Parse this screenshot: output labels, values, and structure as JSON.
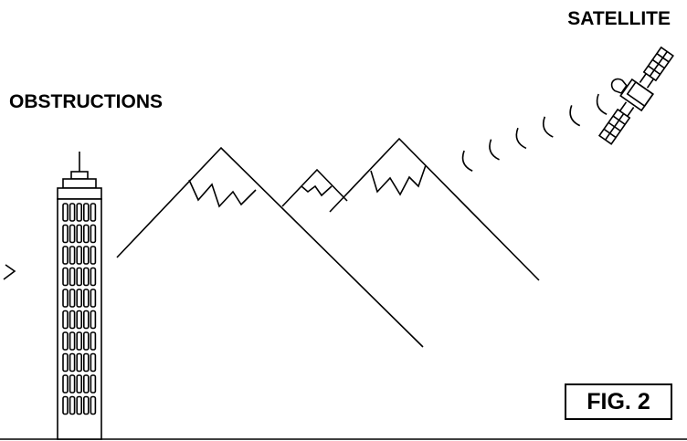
{
  "labels": {
    "satellite": "SATELLITE",
    "obstructions": "OBSTRUCTIONS",
    "figure": "FIG. 2"
  },
  "scene": {
    "satellite_signal_arc_count": 6,
    "building_floor_count": 10,
    "building_window_columns": 5,
    "colors": {
      "line": "#000000",
      "background": "#ffffff"
    }
  }
}
